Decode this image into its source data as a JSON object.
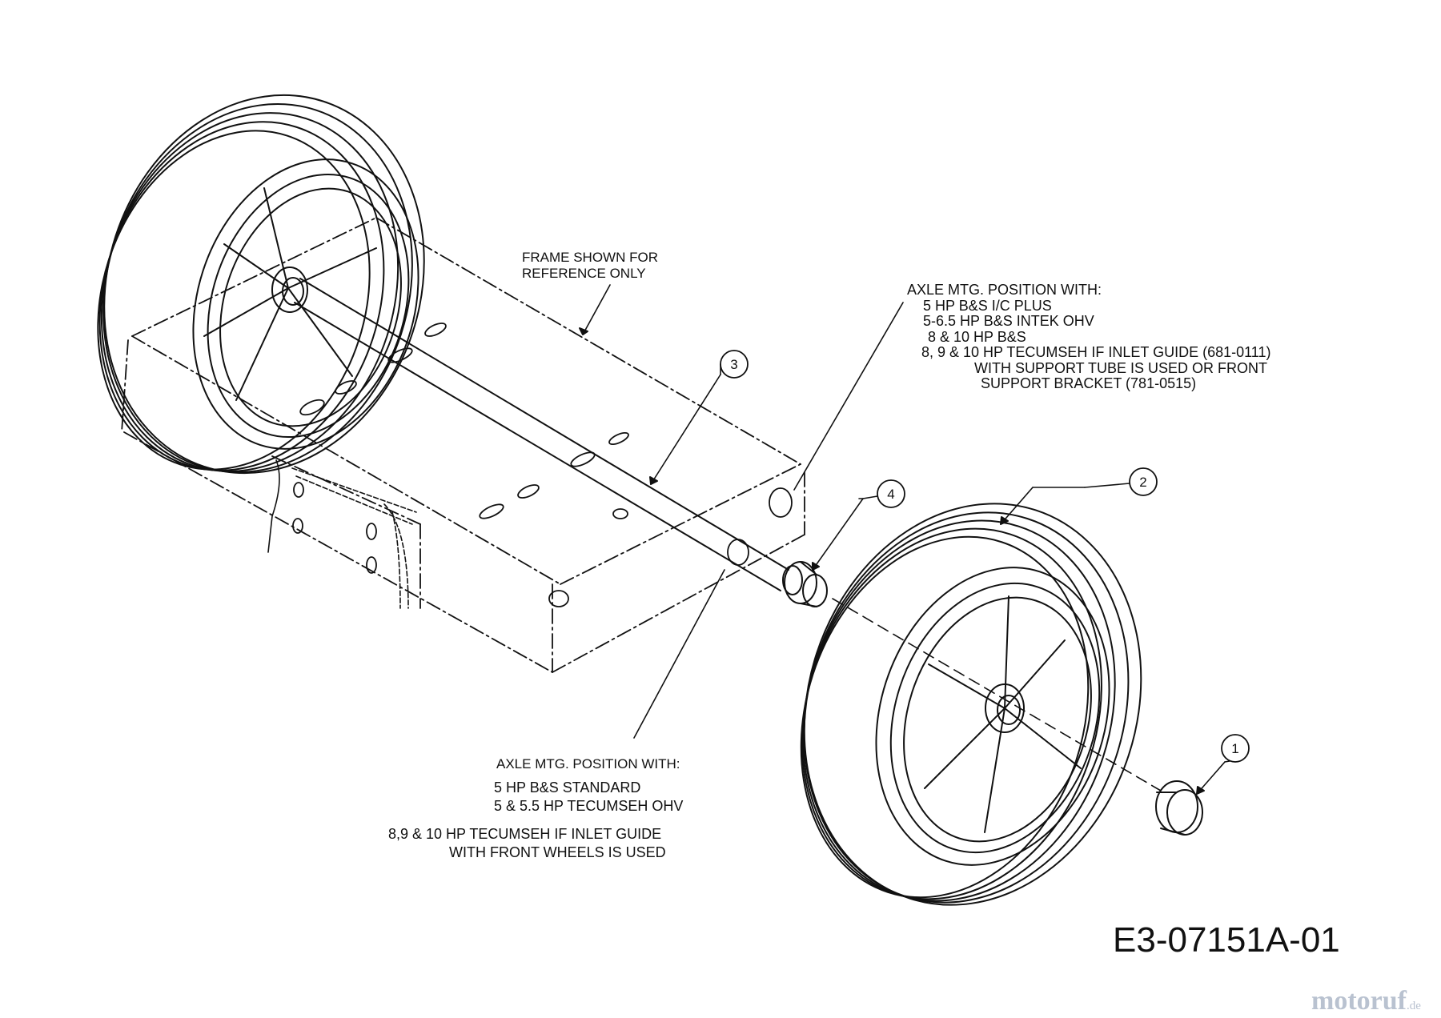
{
  "notes": {
    "frame_ref": [
      "FRAME SHOWN FOR",
      "REFERENCE ONLY"
    ],
    "axle_upper": [
      "AXLE MTG. POSITION WITH:",
      "5 HP B&S I/C PLUS",
      "5-6.5 HP B&S INTEK OHV",
      "8 & 10 HP B&S",
      "8, 9 & 10 HP TECUMSEH IF INLET GUIDE (681-0111)",
      "WITH SUPPORT TUBE IS USED OR FRONT",
      "SUPPORT BRACKET (781-0515)"
    ],
    "axle_lower_heading": "AXLE MTG. POSITION WITH:",
    "axle_lower_items": [
      "5 HP B&S STANDARD",
      "5 & 5.5 HP TECUMSEH OHV"
    ],
    "axle_lower_extra": [
      "8,9 & 10 HP TECUMSEH IF INLET GUIDE",
      "WITH FRONT WHEELS IS USED"
    ]
  },
  "callouts": [
    "1",
    "2",
    "3",
    "4"
  ],
  "drawing_number": "E3-07151A-01",
  "watermark": {
    "main": "motoruf",
    "suffix": ".de"
  }
}
